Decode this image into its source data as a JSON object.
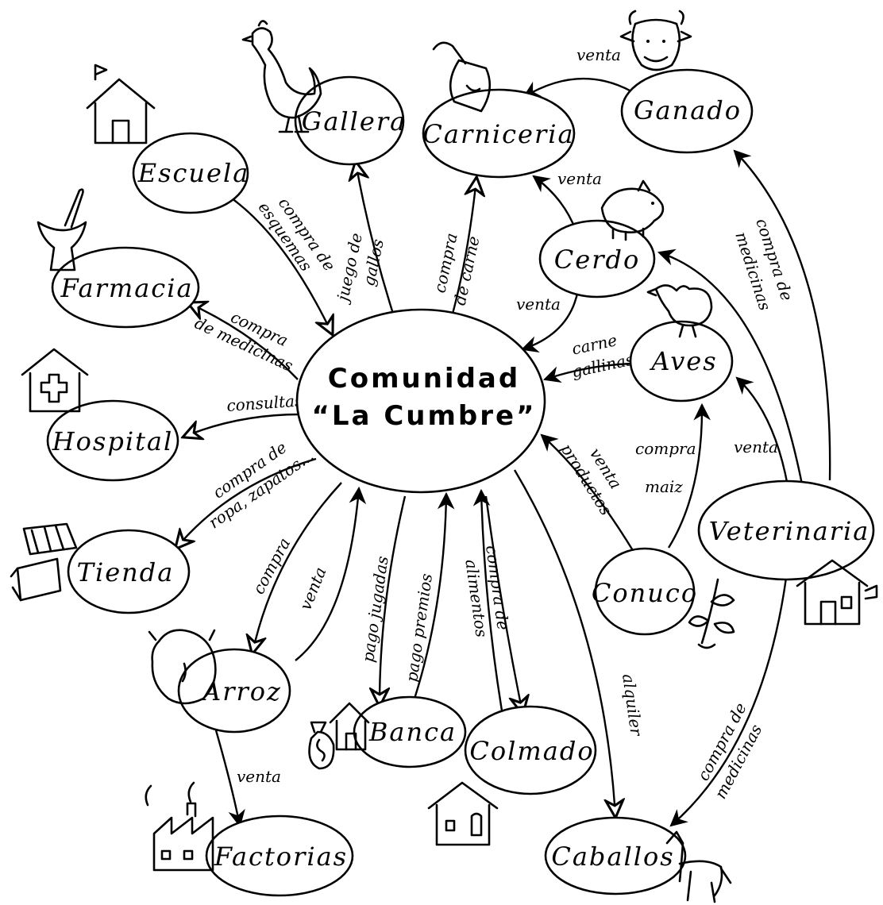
{
  "center": {
    "line1": "Comunidad",
    "line2": "“La Cumbre”"
  },
  "nodes": {
    "gallera": "Gallera",
    "carniceria": "Carniceria",
    "ganado": "Ganado",
    "escuela": "Escuela",
    "farmacia": "Farmacia",
    "cerdo": "Cerdo",
    "aves": "Aves",
    "hospital": "Hospital",
    "veterinaria": "Veterinaria",
    "tienda": "Tienda",
    "conuco": "Conuco",
    "arroz": "Arroz",
    "banca": "Banca",
    "colmado": "Colmado",
    "caballos": "Caballos",
    "factorias": "Factorias"
  },
  "edges": {
    "compra_esquemas": [
      "compra de",
      "esquemas"
    ],
    "juego_gallos": [
      "juego de",
      "gallos"
    ],
    "compra_carne": [
      "compra",
      "de carne"
    ],
    "venta_ganado": [
      "venta"
    ],
    "venta_cerdo_carniceria": [
      "venta"
    ],
    "venta_cerdo_comunidad": [
      "venta"
    ],
    "compra_medicinas_farmacia": [
      "compra",
      "de medicinas"
    ],
    "consultas": [
      "consultas"
    ],
    "carne_gallinas": [
      "carne",
      "gallinas"
    ],
    "compra_ropa": [
      "compra de",
      "ropa, zapatos..."
    ],
    "venta_productos": [
      "venta",
      "productos"
    ],
    "compra_maiz": [
      "compra",
      "maiz"
    ],
    "venta_aves": [
      "venta"
    ],
    "compra_medicinas_ganado": [
      "compra de",
      "medicinas"
    ],
    "compra_arroz": [
      "compra"
    ],
    "venta_arroz": [
      "venta"
    ],
    "pago_jugadas": [
      "pago jugadas"
    ],
    "pago_premios": [
      "pago premios"
    ],
    "compra_alimentos": [
      "compra de",
      "alimentos"
    ],
    "alquiler": [
      "alquiler"
    ],
    "compra_medicinas_caballos": [
      "compra de",
      "medicinas"
    ],
    "venta_factorias": [
      "venta"
    ]
  },
  "icons": [
    "rooster-icon",
    "cleaver-icon",
    "cow-icon",
    "school-house-icon",
    "mortar-pestle-icon",
    "pig-icon",
    "hen-icon",
    "hospital-house-icon",
    "store-awning-icon",
    "plant-icon",
    "vet-house-icon",
    "rice-sack-icon",
    "money-bag-house-icon",
    "shop-house-icon",
    "horse-icon",
    "factory-icon"
  ]
}
